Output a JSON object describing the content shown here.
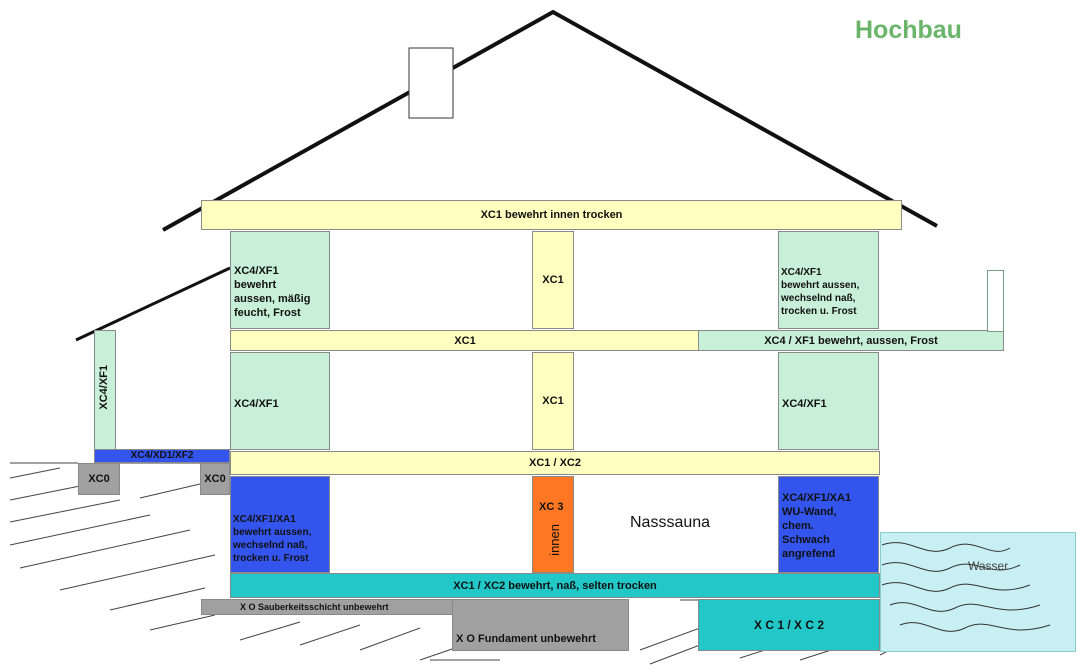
{
  "title": "Hochbau",
  "colors": {
    "yellow": "#ffffc0",
    "mint": "#c8f0d8",
    "blue": "#3355ee",
    "teal": "#22c8c8",
    "orange": "#ff7722",
    "gray": "#a0a0a0",
    "water": "#c8f0f4"
  },
  "labels": {
    "roof_slab": "XC1 bewehrt innen trocken",
    "upper_left_wall": "XC4/XF1\nbewehrt\naussen, mäßig\nfeucht, Frost",
    "upper_column": "XC1",
    "upper_right_wall": "XC4/XF1\nbewehrt aussen,\nwechselnd naß,\ntrocken u. Frost",
    "mid_slab": "XC1",
    "balcony": "XC4 / XF1  bewehrt, aussen, Frost",
    "ground_left_wall": "XC4/XF1",
    "ground_column": "XC1",
    "ground_right_wall": "XC4/XF1",
    "annex_wall": "XC4/XF1",
    "annex_slab": "XC4/XD1/XF2",
    "footing_left": "XC0",
    "footing_right": "XC0",
    "basement_ceiling": "XC1 / XC2",
    "basement_left_wall": "XC4/XF1/XA1\nbewehrt aussen,\nwechselnd naß,\ntrocken u. Frost",
    "basement_column_top": "XC 3",
    "basement_column_side": "innen",
    "sauna": "Nasssauna",
    "basement_right_wall": "XC4/XF1/XA1\nWU-Wand,\nchem.\nSchwach\nangrefend",
    "water": "Wasser",
    "bottom_slab": "XC1 / XC2  bewehrt, naß, selten trocken",
    "blinding": "X O Sauberkeitsschicht unbewehrt",
    "foundation": "X O   Fundament unbewehrt",
    "foundation_right": "X C 1 / X C 2"
  }
}
